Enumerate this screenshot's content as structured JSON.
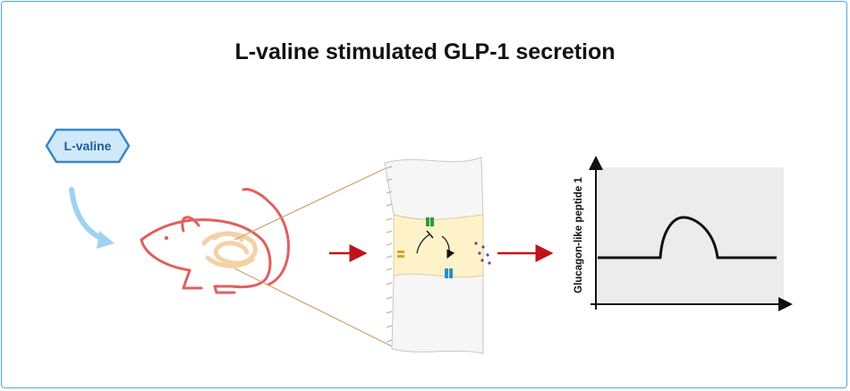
{
  "title": "L-valine stimulated GLP-1 secretion",
  "input_label": "L-valine",
  "graph": {
    "ylabel": "Glucagon-like peptide 1"
  },
  "colors": {
    "frame": "#4aa8e0",
    "hex_fill": "#cfe9fb",
    "hex_stroke": "#3a86c8",
    "hex_text": "#1f5e96",
    "curved_arrow": "#9fd2f2",
    "mouse": "#e06060",
    "gut": "#f3d2a6",
    "arrow_red": "#c0121a",
    "tissue": "#f6f6f6",
    "cell": "#fdf2c8",
    "graph_bg": "#ececec",
    "channel_green": "#2e9a3a",
    "channel_blue": "#2b8fd0",
    "channel_orange": "#e0a020",
    "granules": "#7a3c9a"
  }
}
